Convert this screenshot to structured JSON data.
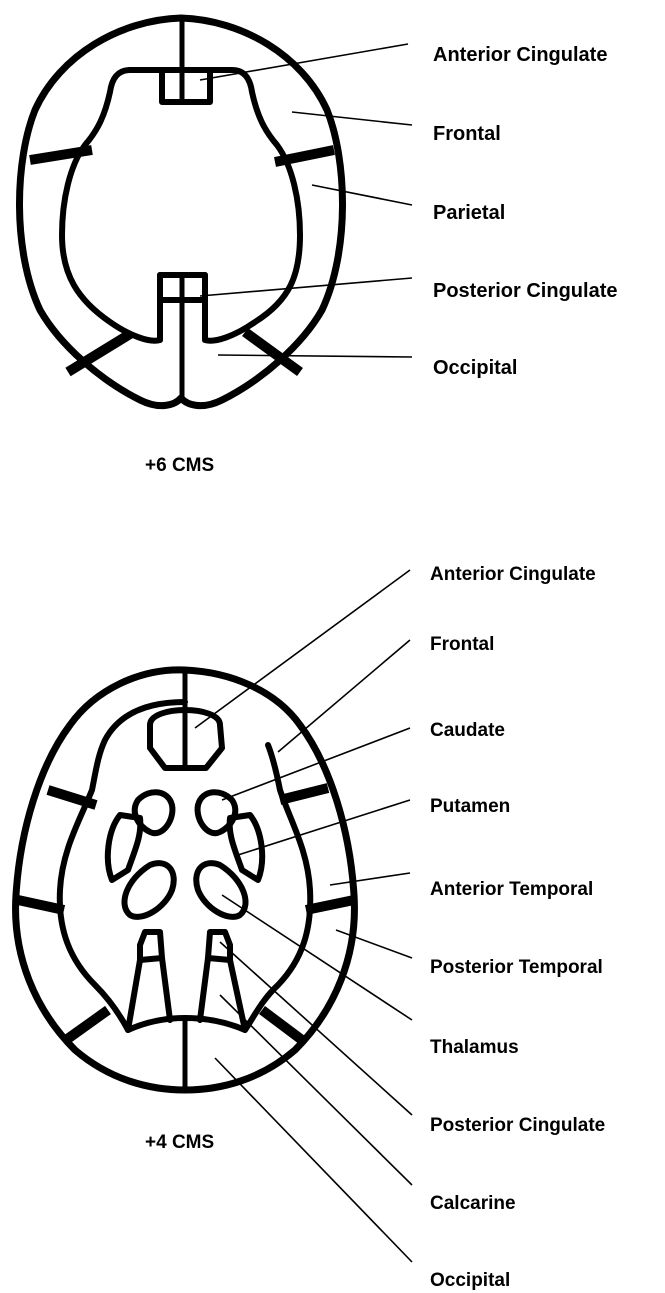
{
  "upper_slice": {
    "caption": "+6 CMS",
    "labels": {
      "anterior_cingulate": "Anterior Cingulate",
      "frontal": "Frontal",
      "parietal": "Parietal",
      "posterior_cingulate": "Posterior Cingulate",
      "occipital": "Occipital"
    }
  },
  "lower_slice": {
    "caption": "+4 CMS",
    "labels": {
      "anterior_cingulate": "Anterior Cingulate",
      "frontal": "Frontal",
      "caudate": "Caudate",
      "putamen": "Putamen",
      "anterior_temporal": "Anterior Temporal",
      "posterior_temporal": "Posterior Temporal",
      "thalamus": "Thalamus",
      "posterior_cingulate": "Posterior Cingulate",
      "calcarine": "Calcarine",
      "occipital": "Occipital"
    }
  },
  "colors": {
    "stroke": "#000000",
    "background": "#ffffff"
  }
}
